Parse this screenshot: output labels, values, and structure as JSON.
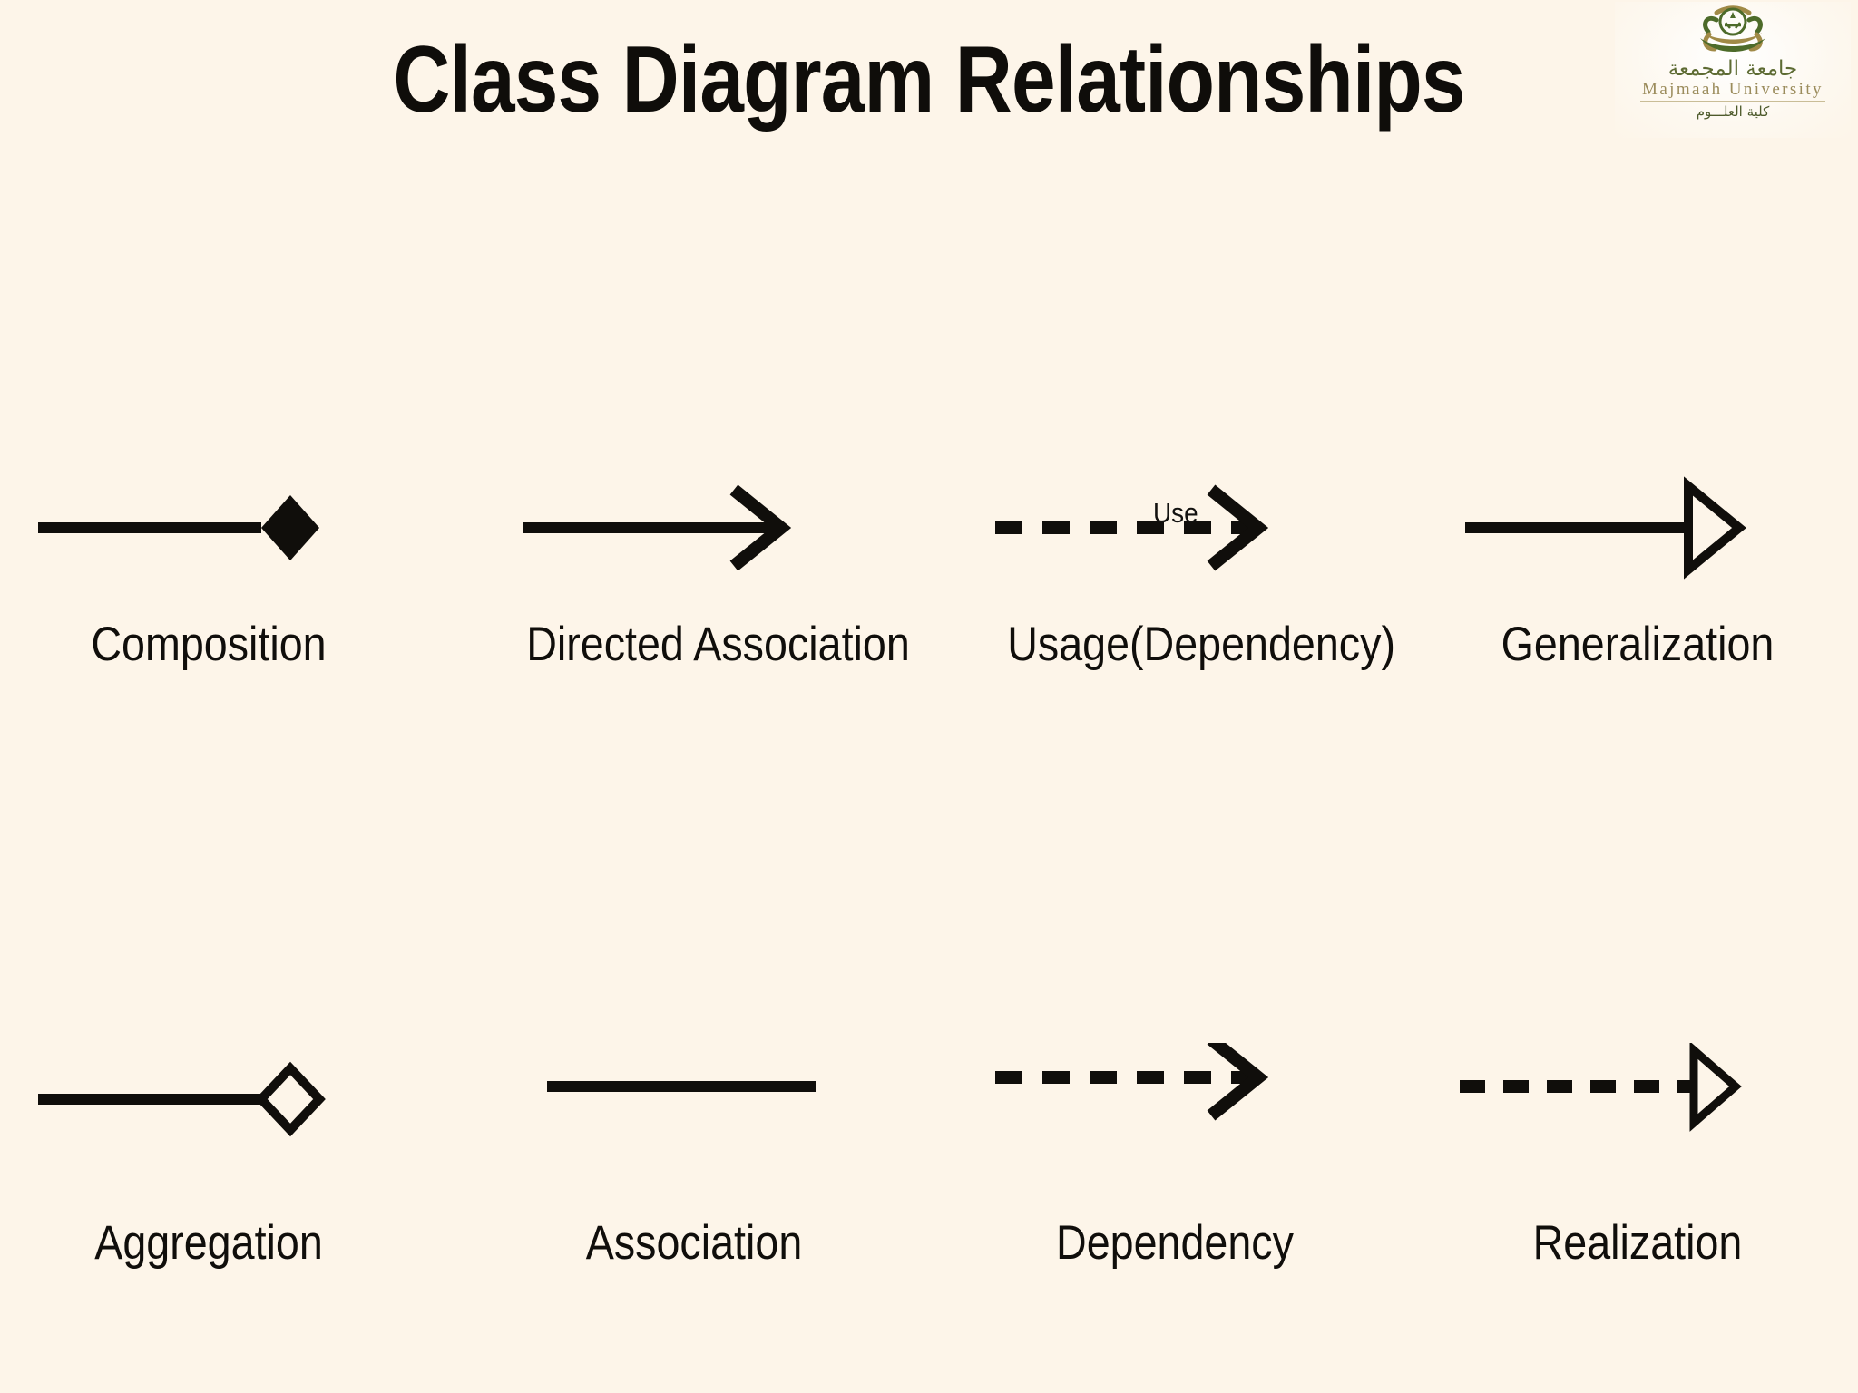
{
  "slide": {
    "title": "Class Diagram Relationships",
    "background_color": "#fdf5e9",
    "ink_color": "#100e0b"
  },
  "logo": {
    "arabic_name": "جامعة المجمعة",
    "english_name": "Majmaah University",
    "arabic_faculty": "كلية العلـــوم",
    "mark_colors": {
      "green": "#4d6b2a",
      "gold": "#a08a47"
    }
  },
  "diagram_data": {
    "type": "diagram",
    "title": "Class Diagram Relationships",
    "layout": {
      "rows": 2,
      "columns": 4
    },
    "items": [
      {
        "label": "Composition",
        "line": "solid",
        "end_marker": "filled-diamond",
        "row": 1,
        "column": 1
      },
      {
        "label": "Directed Association",
        "line": "solid",
        "end_marker": "open-arrow",
        "row": 1,
        "column": 2
      },
      {
        "label": "Usage(Dependency)",
        "line": "dashed",
        "end_marker": "open-arrow",
        "annotation": "Use",
        "row": 1,
        "column": 3
      },
      {
        "label": "Generalization",
        "line": "solid",
        "end_marker": "hollow-triangle",
        "row": 1,
        "column": 4
      },
      {
        "label": "Aggregation",
        "line": "solid",
        "end_marker": "hollow-diamond",
        "row": 2,
        "column": 1
      },
      {
        "label": "Association",
        "line": "solid",
        "end_marker": "none",
        "row": 2,
        "column": 2
      },
      {
        "label": "Dependency",
        "line": "dashed",
        "end_marker": "open-arrow",
        "row": 2,
        "column": 3
      },
      {
        "label": "Realization",
        "line": "dashed",
        "end_marker": "hollow-triangle",
        "row": 2,
        "column": 4
      }
    ]
  }
}
